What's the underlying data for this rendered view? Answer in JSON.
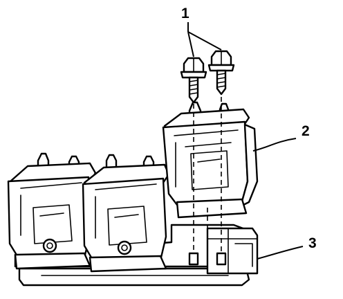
{
  "diagram": {
    "callouts": [
      {
        "id": "1",
        "label": "1",
        "target": "bolts"
      },
      {
        "id": "2",
        "label": "2",
        "target": "ignition-coil"
      },
      {
        "id": "3",
        "label": "3",
        "target": "coil-mounting-bracket"
      }
    ]
  }
}
